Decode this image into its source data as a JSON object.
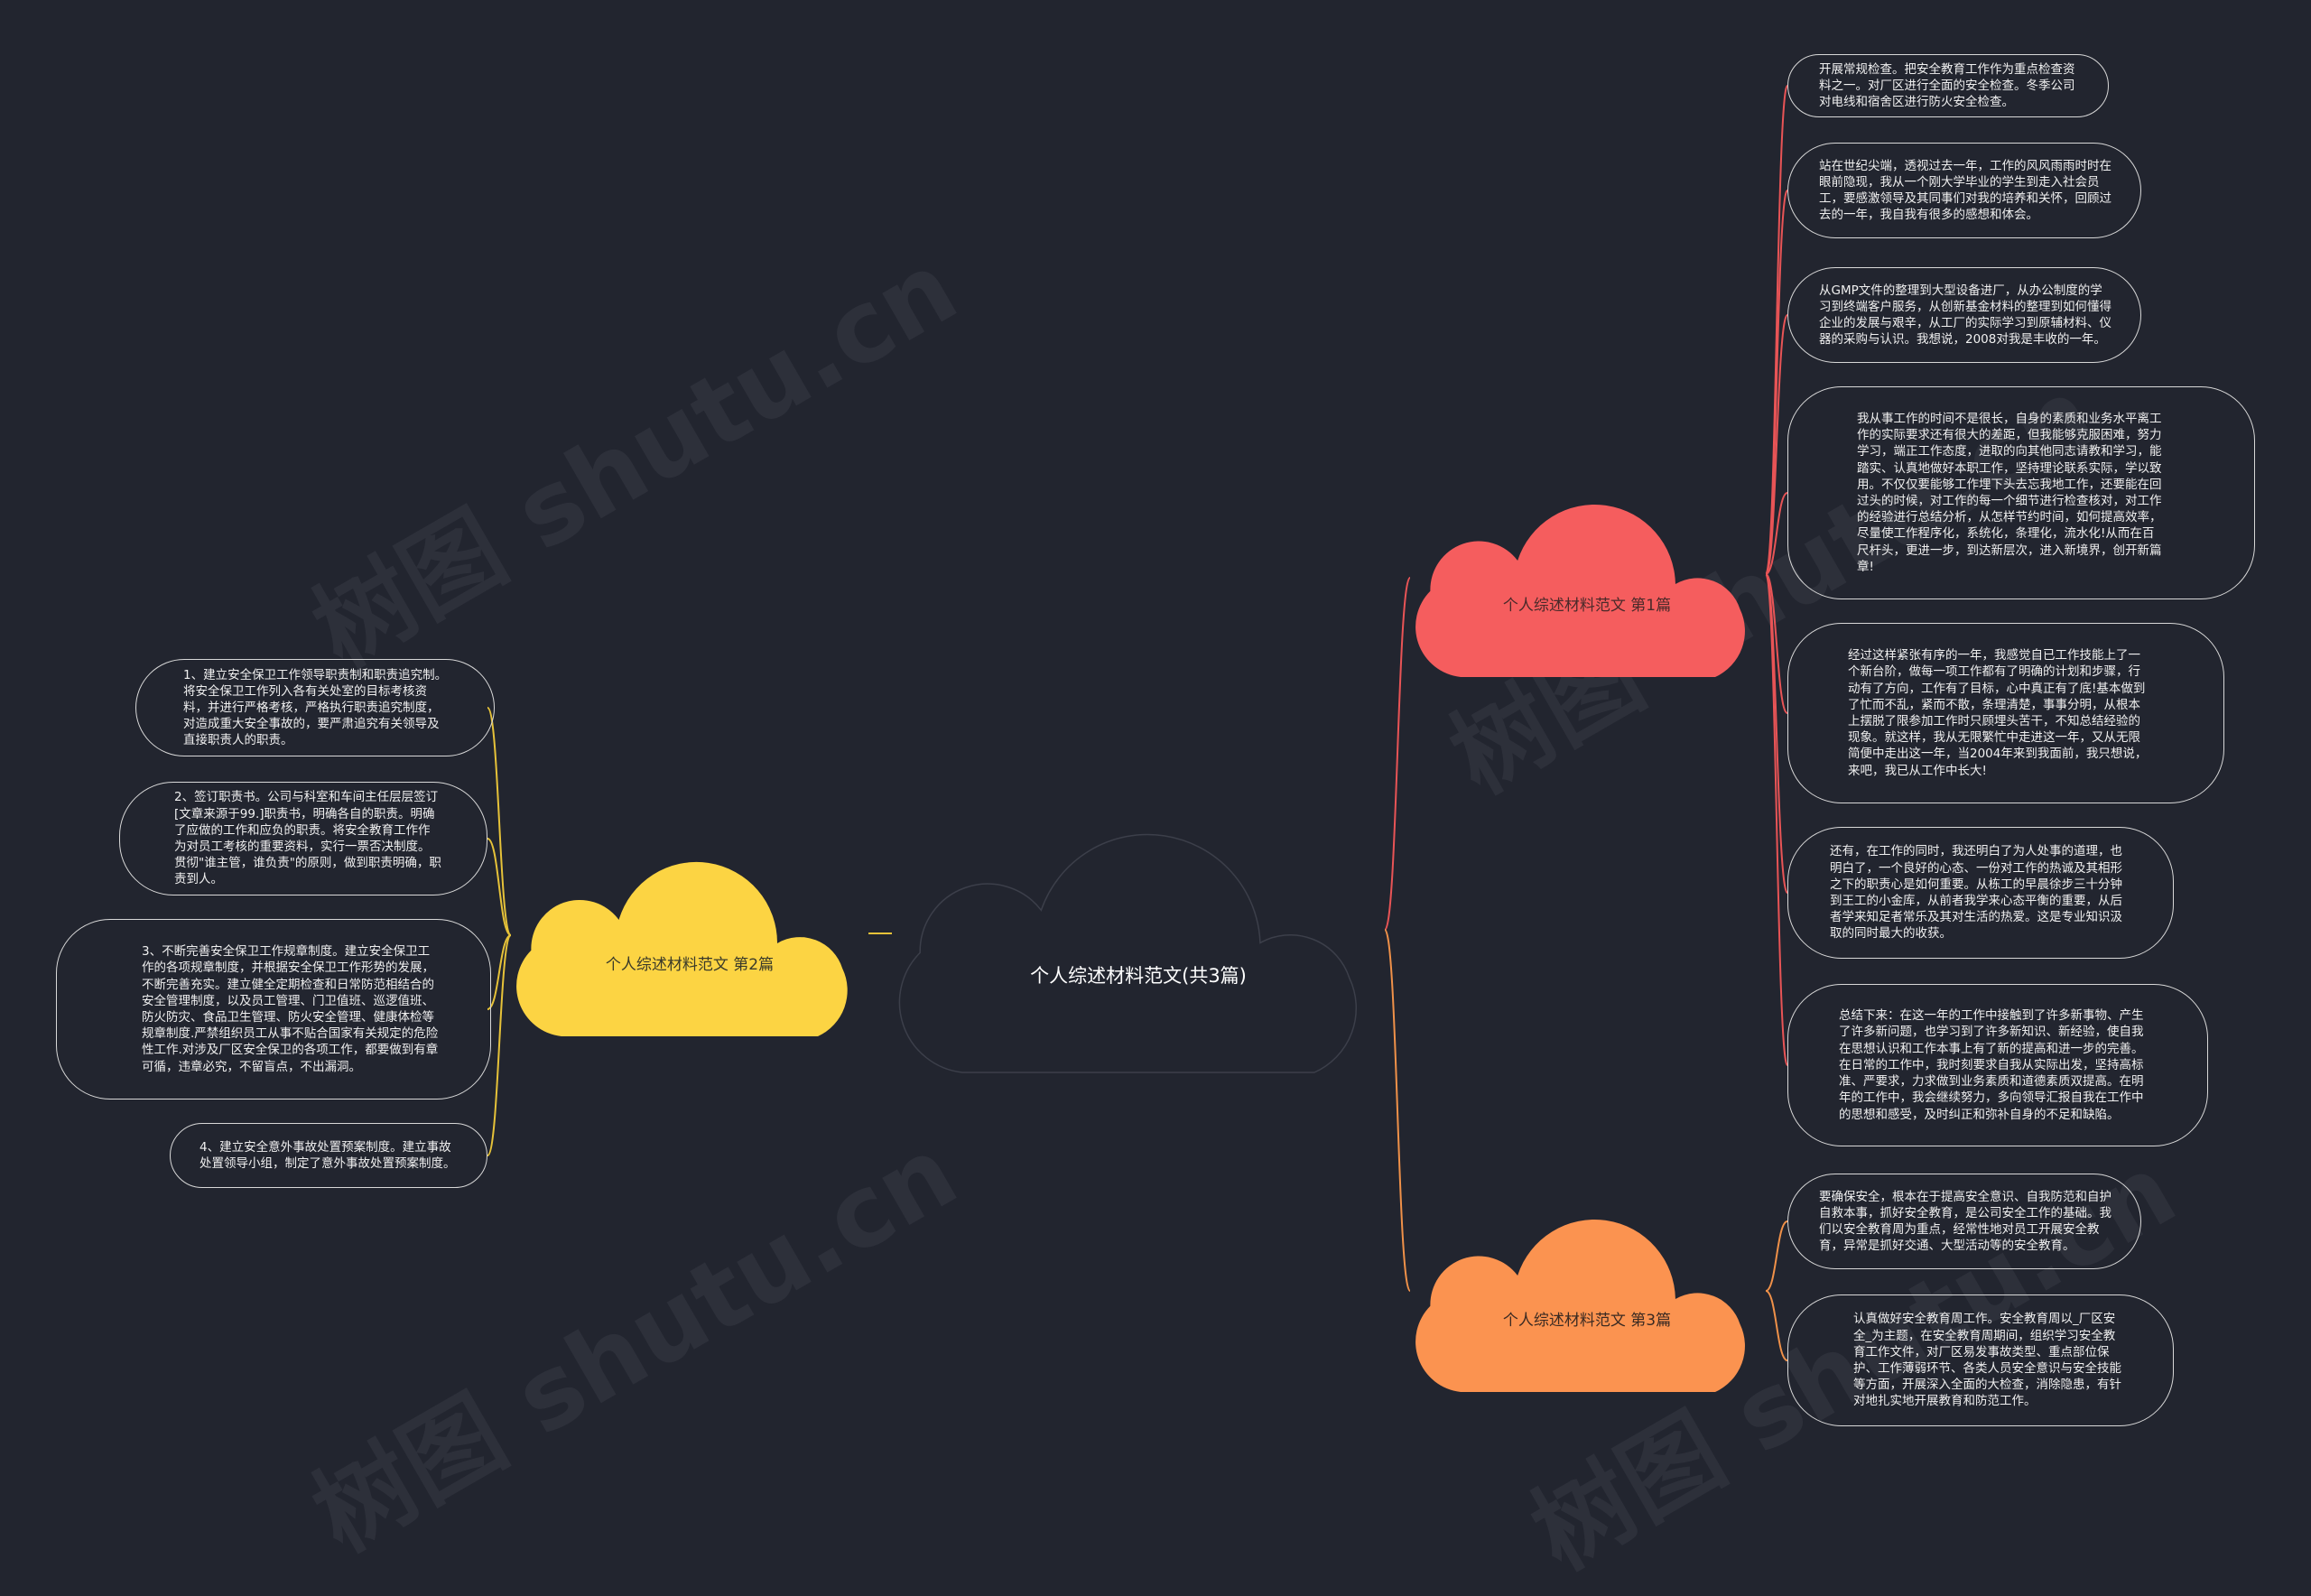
{
  "root": {
    "label": "个人综述材料范文(共3篇)"
  },
  "branches": [
    {
      "key": "b1",
      "label": "个人综述材料范文 第1篇",
      "color": "#f55d5e",
      "line_color": "#e85456",
      "leaves": [
        "开展常规检查。把安全教育工作作为重点检查资料之一。对厂区进行全面的安全检查。冬季公司对电线和宿舍区进行防火安全检查。",
        "站在世纪尖端，透视过去一年，工作的风风雨雨时时在眼前隐现，我从一个刚大学毕业的学生到走入社会员工，要感激领导及其同事们对我的培养和关怀，回顾过去的一年，我自我有很多的感想和体会。",
        "从GMP文件的整理到大型设备进厂，从办公制度的学习到终端客户服务，从创新基金材料的整理到如何懂得企业的发展与艰辛，从工厂的实际学习到原辅材料、仪器的采购与认识。我想说，2008对我是丰收的一年。",
        "我从事工作的时间不是很长，自身的素质和业务水平离工作的实际要求还有很大的差距，但我能够克服困难，努力学习，端正工作态度，进取的向其他同志请教和学习，能踏实、认真地做好本职工作，坚持理论联系实际，学以致用。不仅仅要能够工作埋下头去忘我地工作，还要能在回过头的时候，对工作的每一个细节进行检查核对，对工作的经验进行总结分析，从怎样节约时间，如何提高效率，尽量使工作程序化，系统化，条理化，流水化!从而在百尺杆头，更进一步，到达新层次，进入新境界，创开新篇章!",
        "经过这样紧张有序的一年，我感觉自已工作技能上了一个新台阶，做每一项工作都有了明确的计划和步骤，行动有了方向，工作有了目标，心中真正有了底!基本做到了忙而不乱，紧而不散，条理清楚，事事分明，从根本上摆脱了限参加工作时只顾埋头苦干，不知总结经验的现象。就这样，我从无限繁忙中走进这一年，又从无限简便中走出这一年，当2004年来到我面前，我只想说，来吧，我已从工作中长大!",
        "还有，在工作的同时，我还明白了为人处事的道理，也明白了，一个良好的心态、一份对工作的热诚及其相形之下的职责心是如何重要。从栋工的早晨徐步三十分钟到王工的小金库，从前者我学来心态平衡的重要，从后者学来知足者常乐及其对生活的热爱。这是专业知识汲取的同时最大的收获。",
        "总结下来：在这一年的工作中接触到了许多新事物、产生了许多新问题，也学习到了许多新知识、新经验，使自我在思想认识和工作本事上有了新的提高和进一步的完善。在日常的工作中，我时刻要求自我从实际出发，坚持高标准、严要求，力求做到业务素质和道德素质双提高。在明年的工作中，我会继续努力，多向领导汇报自我在工作中的思想和感受，及时纠正和弥补自身的不足和缺陷。"
      ]
    },
    {
      "key": "b2",
      "label": "个人综述材料范文 第2篇",
      "color": "#fcd443",
      "line_color": "#e6c239",
      "leaves": [
        "1、建立安全保卫工作领导职责制和职责追究制。将安全保卫工作列入各有关处室的目标考核资料，并进行严格考核，严格执行职责追究制度，对造成重大安全事故的，要严肃追究有关领导及直接职责人的职责。",
        "2、签订职责书。公司与科室和车间主任层层签订[文章来源于99.]职责书，明确各自的职责。明确了应做的工作和应负的职责。将安全教育工作作为对员工考核的重要资料，实行一票否决制度。贯彻\"谁主管，谁负责\"的原则，做到职责明确，职责到人。",
        "3、不断完善安全保卫工作规章制度。建立安全保卫工作的各项规章制度，并根据安全保卫工作形势的发展，不断完善充实。建立健全定期检查和日常防范相结合的安全管理制度，以及员工管理、门卫值班、巡逻值班、防火防灾、食品卫生管理、防火安全管理、健康体检等规章制度.严禁组织员工从事不贴合国家有关规定的危险性工作.对涉及厂区安全保卫的各项工作，都要做到有章可循，违章必究，不留盲点，不出漏洞。",
        "4、建立安全意外事故处置预案制度。建立事故处置领导小组，制定了意外事故处置预案制度。"
      ]
    },
    {
      "key": "b3",
      "label": "个人综述材料范文 第3篇",
      "color": "#fb9350",
      "line_color": "#f09149",
      "leaves": [
        "要确保安全，根本在于提高安全意识、自我防范和自护自救本事，抓好安全教育，是公司安全工作的基础。我们以安全教育周为重点，经常性地对员工开展安全教育，异常是抓好交通、大型活动等的安全教育。",
        "认真做好安全教育周工作。安全教育周以_厂区安全_为主题，在安全教育周期间，组织学习安全教育工作文件，对厂区易发事故类型、重点部位保护、工作薄弱环节、各类人员安全意识与安全技能等方面，开展深入全面的大检查，消除隐患，有针对地扎实地开展教育和防范工作。"
      ]
    }
  ],
  "watermark": {
    "text": "树图 shutu.cn"
  }
}
